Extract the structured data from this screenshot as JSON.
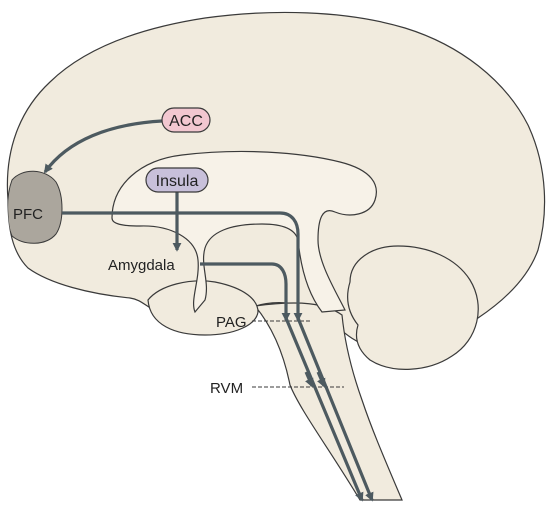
{
  "labels": {
    "acc": "ACC",
    "insula": "Insula",
    "pfc": "PFC",
    "amygdala": "Amygdala",
    "pag": "PAG",
    "rvm": "RVM"
  },
  "colors": {
    "brain_fill": "#f1ebde",
    "outline": "#3a3a3a",
    "pathway": "#4d5a60",
    "pfc_region": "#aba69d",
    "acc_badge": "#f2c7d0",
    "insula_badge": "#c8c0da"
  }
}
